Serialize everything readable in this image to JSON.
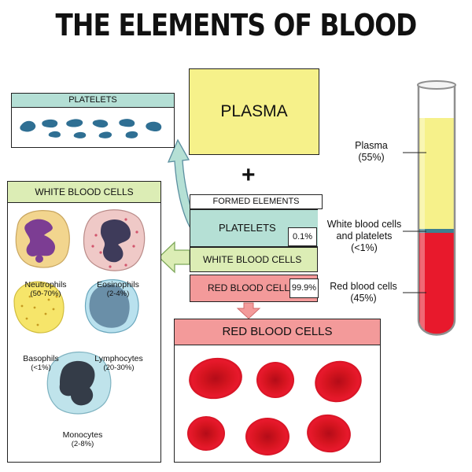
{
  "title": "THE ELEMENTS OF BLOOD",
  "platelets_box": {
    "heading": "PLATELETS"
  },
  "plasma_box": {
    "label": "PLASMA"
  },
  "plus": "+",
  "formed_elements": {
    "heading": "FORMED ELEMENTS",
    "platelets": "PLATELETS",
    "white_blood_cells": "WHITE BLOOD CELLS",
    "red_blood_cells": "RED BLOOD CELLS",
    "platelets_pct": "0.1%",
    "red_pct": "99.9%"
  },
  "wbc_box": {
    "heading": "WHITE BLOOD CELLS",
    "cells": [
      {
        "name": "Neutrophils",
        "pct": "(50-70%)"
      },
      {
        "name": "Eosinophils",
        "pct": "(2-4%)"
      },
      {
        "name": "Basophils",
        "pct": "(<1%)"
      },
      {
        "name": "Lymphocytes",
        "pct": "(20-30%)"
      },
      {
        "name": "Monocytes",
        "pct": "(2-8%)"
      }
    ]
  },
  "rbc_box": {
    "heading": "RED BLOOD CELLS"
  },
  "tube": {
    "plasma_label": "Plasma",
    "plasma_pct": "(55%)",
    "buffy_label_1": "White blood cells",
    "buffy_label_2": "and platelets",
    "buffy_pct": "(<1%)",
    "rbc_label": "Red blood cells",
    "rbc_pct": "(45%)"
  },
  "colors": {
    "plasma": "#f6f18a",
    "platelets": "#b5e0d5",
    "wbc": "#dcedb5",
    "rbc": "#f39a9a",
    "blood_red": "#e8192c",
    "platelet_blue": "#2f6f93"
  }
}
